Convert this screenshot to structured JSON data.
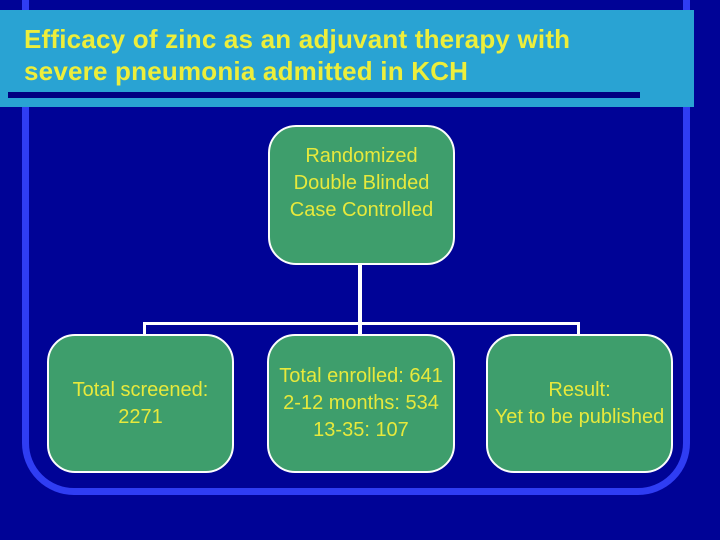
{
  "title": {
    "line1": "Efficacy of zinc as an adjuvant therapy with",
    "line2": "severe pneumonia admitted in KCH"
  },
  "flowchart": {
    "root": {
      "line1": "Randomized",
      "line2": "Double Blinded",
      "line3": "Case Controlled"
    },
    "screened": {
      "line1": "Total screened:",
      "line2": "2271"
    },
    "enrolled": {
      "line1": "Total enrolled: 641",
      "line2": "2-12 months: 534",
      "line3": "13-35: 107"
    },
    "result": {
      "line1": "Result:",
      "line2": "Yet to be published"
    }
  },
  "colors": {
    "background_navy": "#000396",
    "title_bar_cyan": "#29A3D3",
    "title_text_yellow": "#EDEE3B",
    "title_underline_navy": "#000080",
    "frame_blue": "#2F3DF3",
    "box_green": "#3E9E6C",
    "box_border_white": "#FCFCFC",
    "box_text_yellow": "#E7E93C",
    "connector_white": "#FFFFFF"
  }
}
